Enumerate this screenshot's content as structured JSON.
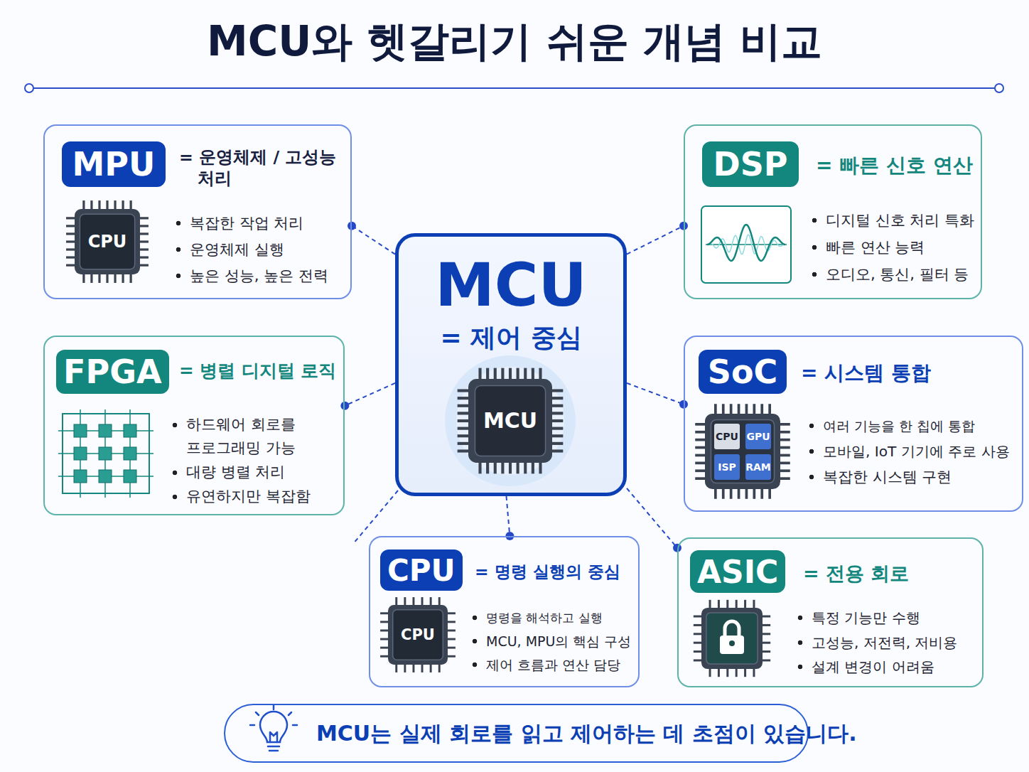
{
  "diagram": {
    "title": "MCU와 헷갈리기 쉬운 개념 비교",
    "caption": "MCU는 실제 회로를 읽고 제어하는 데 초점이 있습니다.",
    "nodes": [
      {
        "text": [
          "= 운영체제 / 고성능 처리",
          "복잡한 작업 처리",
          "운영체제 실행",
          "높은 성능, 높은 전력"
        ]
      },
      {
        "text": [
          "MPU"
        ],
        "in": 0
      },
      {
        "text": [
          "= 빠른 신호 연산",
          "디지털 신호 처리 특화",
          "빠른 연산 능력",
          "오디오, 통신, 필터 등"
        ]
      },
      {
        "text": [
          "DSP"
        ],
        "in": 2
      },
      {
        "text": [
          "MCU",
          "= 제어 중심"
        ]
      },
      {
        "text": [
          "= 병렬 디지털 로직",
          "하드웨어 회로를 프로그래밍 가능",
          "대량 병렬 처리",
          "유연하지만 복잡함"
        ]
      },
      {
        "text": [
          "FPGA"
        ],
        "in": 5
      },
      {
        "text": [
          "= 시스템 통합",
          "여러 기능을 한 칩에 통합",
          "모바일, IoT 기기에 주로 사용",
          "복잡한 시스템 구현"
        ]
      },
      {
        "text": [
          "SoC"
        ],
        "in": 7
      },
      {
        "text": [
          "= 명령 실행의 중심",
          "명령을 해석하고 실행",
          "MCU, MPU의 핵심 구성",
          "제어 흐름과 연산 담당"
        ]
      },
      {
        "text": [
          "CPU"
        ],
        "in": 9
      },
      {
        "text": [
          "= 전용 회로",
          "특정 기능만 수행",
          "고성능, 저전력, 저비용",
          "설계 변경이 어려움"
        ]
      },
      {
        "text": [
          "ASIC"
        ],
        "in": 11
      }
    ],
    "edges": [
      {
        "from": 4,
        "to": 0,
        "arrow": "none"
      },
      {
        "from": 4,
        "to": 2,
        "arrow": "none"
      },
      {
        "from": 4,
        "to": 5,
        "arrow": "none"
      },
      {
        "from": 4,
        "to": 7,
        "arrow": "none"
      },
      {
        "from": 4,
        "to": 9,
        "arrow": "none"
      },
      {
        "from": 4,
        "to": 11,
        "arrow": "none"
      }
    ],
    "labels": [
      "CPU",
      "MCU",
      "CPU",
      "GPU",
      "ISP",
      "RAM",
      "CPU"
    ]
  }
}
